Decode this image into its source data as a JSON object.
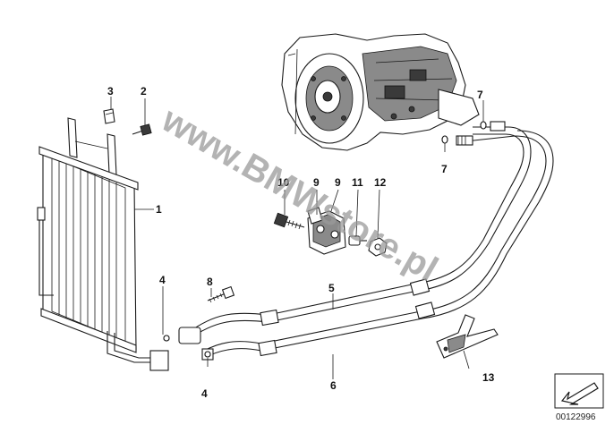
{
  "callouts": {
    "c1": "1",
    "c2": "2",
    "c3": "3",
    "c4a": "4",
    "c4b": "4",
    "c5": "5",
    "c6": "6",
    "c7a": "7",
    "c7b": "7",
    "c8": "8",
    "c9a": "9",
    "c9b": "9",
    "c10": "10",
    "c11": "11",
    "c12": "12",
    "c13": "13"
  },
  "watermark": "www.BMWstore.pl",
  "part_number": "00122996",
  "colors": {
    "line": "#1a1a1a",
    "watermark": "#9a9a9a",
    "background": "#ffffff"
  },
  "icons": {
    "corner": "arrow-icon"
  }
}
